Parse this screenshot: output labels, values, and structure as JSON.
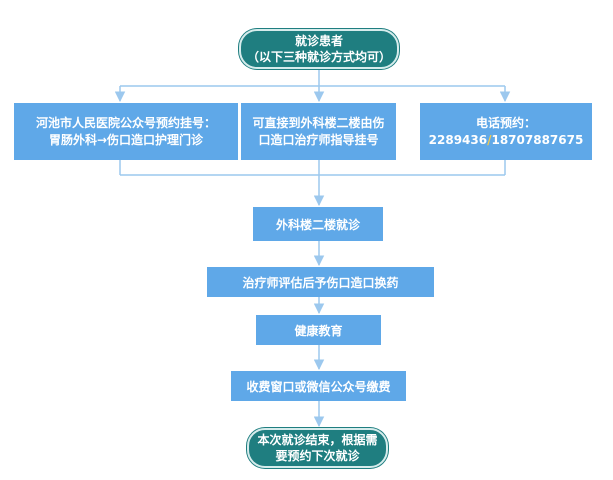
{
  "start": {
    "line1": "就诊患者",
    "line2": "（以下三种就诊方式均可）"
  },
  "options": {
    "public_account": {
      "line1": "河池市人民医院公众号预约挂号：",
      "line2": "胃肠外科→伤口造口护理门诊"
    },
    "direct": {
      "line1": "可直接到外科楼二楼由伤",
      "line2": "口造口治疗师指导挂号"
    },
    "phone": {
      "title": "电话预约：",
      "number_1": "2289436",
      "separator": "/",
      "number_2": "18707887675"
    }
  },
  "steps": {
    "visit": "外科楼二楼就诊",
    "assess": "治疗师评估后予伤口造口换药",
    "education": "健康教育",
    "payment": "收费窗口或微信公众号缴费"
  },
  "end": {
    "line1": "本次就诊结束，根据需",
    "line2": "要预约下次就诊"
  },
  "colors": {
    "terminal": "#1f7e80",
    "process": "#5fa8e8",
    "connector": "#9cc8ee",
    "phone_separator": "#f2c94c"
  }
}
